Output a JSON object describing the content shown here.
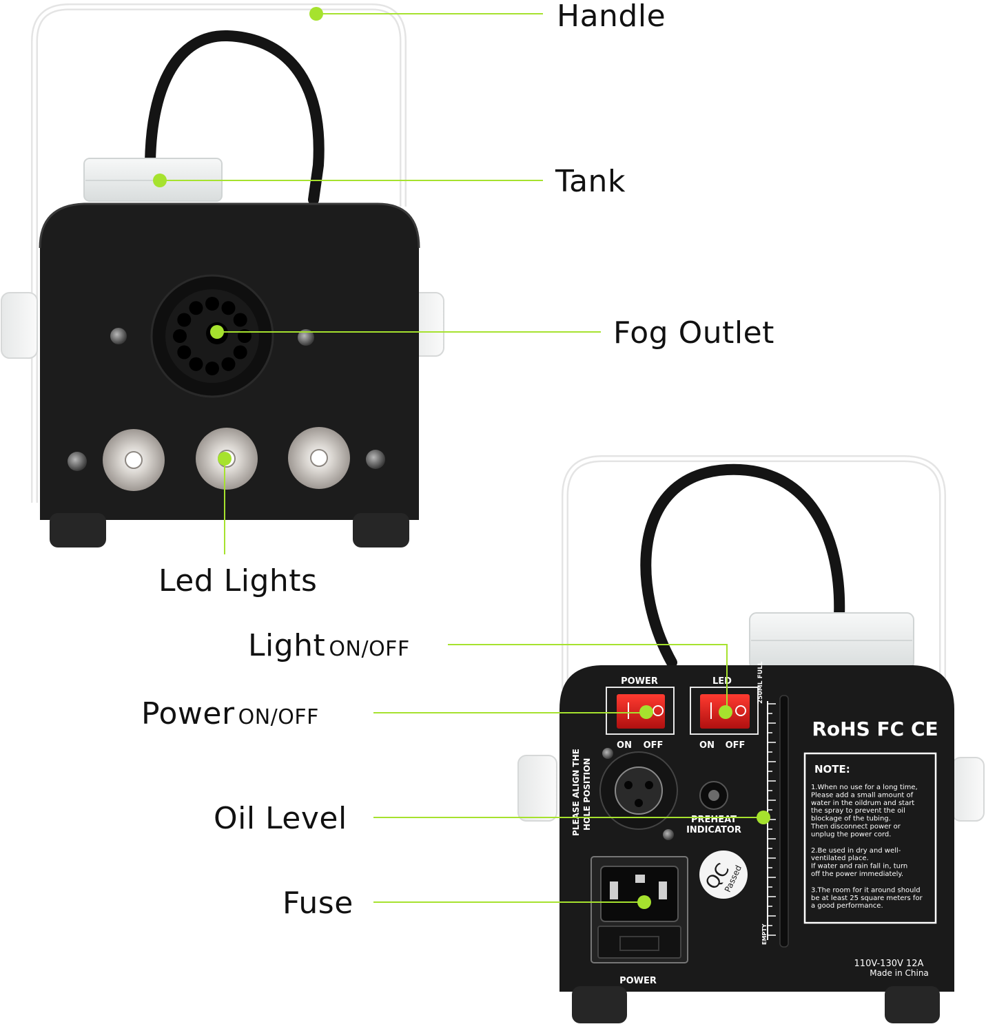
{
  "labels": {
    "handle": "Handle",
    "tank": "Tank",
    "fog_outlet": "Fog Outlet",
    "led_lights": "Led Lights",
    "light_main": "Light",
    "light_sub": "ON/OFF",
    "power_main": "Power",
    "power_sub": "ON/OFF",
    "oil_level": "Oil Level",
    "fuse": "Fuse"
  },
  "back_panel": {
    "power_switch_label": "POWER",
    "led_switch_label": "LED",
    "on": "ON",
    "off": "OFF",
    "gauge_full": "250ML FULL",
    "gauge_empty": "EMPTY",
    "align_note_1": "PLEASE ALIGN THE",
    "align_note_2": "HOLE POSITION",
    "preheat_1": "PREHEAT",
    "preheat_2": "INDICATOR",
    "certifications": "RoHS FC CE",
    "qc": "QC",
    "qc_passed": "Passed",
    "note_title": "NOTE:",
    "note_lines": [
      "1.When no use for a long time,",
      "Please add a small amount of",
      "water in the oildrum and start",
      "the spray to prevent the oil",
      "blockage of the tubing.",
      "  Then disconnect power or",
      "unplug the power cord.",
      "2.Be used in dry and well-",
      "ventilated place.",
      "  If water and rain fall in, turn",
      "off the power immediately.",
      "3.The room for it around should",
      "be at least 25 square meters for",
      "a good performance."
    ],
    "rating": "110V-130V  12A",
    "made_in": "Made in China",
    "power_socket_label": "POWER"
  },
  "colors": {
    "accent": "#a6e22e",
    "body": "#1a1a1a",
    "switch_red": "#e0201c",
    "handle": "#f2f2f2",
    "tank": "#e9ecec"
  }
}
